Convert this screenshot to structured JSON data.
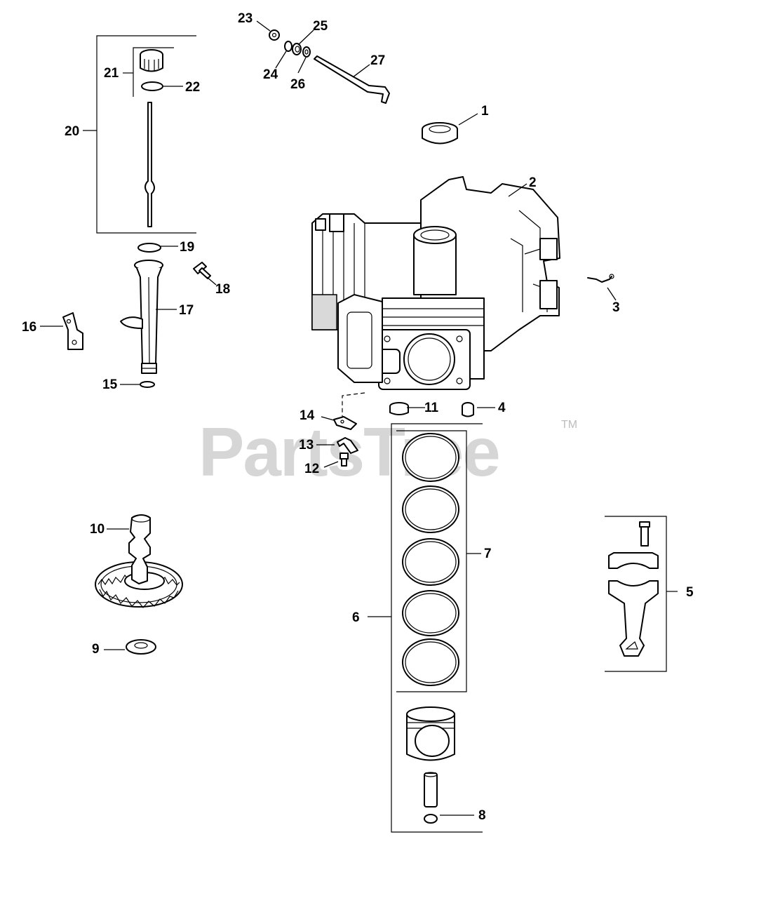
{
  "watermark": {
    "text": "PartsTree",
    "trademark": "TM"
  },
  "callouts": {
    "c1": "1",
    "c2": "2",
    "c3": "3",
    "c4": "4",
    "c5": "5",
    "c6": "6",
    "c7": "7",
    "c8": "8",
    "c9": "9",
    "c10": "10",
    "c11": "11",
    "c12": "12",
    "c13": "13",
    "c14": "14",
    "c15": "15",
    "c16": "16",
    "c17": "17",
    "c18": "18",
    "c19": "19",
    "c20": "20",
    "c21": "21",
    "c22": "22",
    "c23": "23",
    "c24": "24",
    "c25": "25",
    "c26": "26",
    "c27": "27"
  }
}
